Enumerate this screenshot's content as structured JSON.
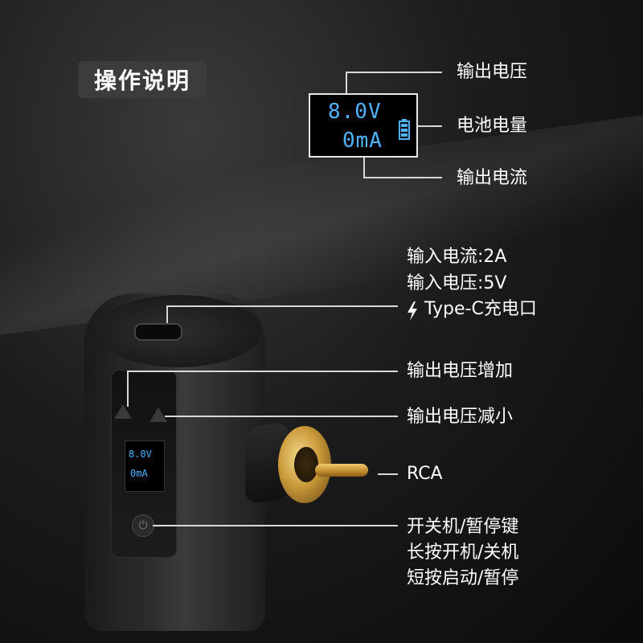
{
  "title": "操作说明",
  "display": {
    "voltage_reading": "8.0V",
    "current_reading": "0mA"
  },
  "display_callouts": {
    "output_voltage": "输出电压",
    "battery_level": "电池电量",
    "output_current": "输出电流"
  },
  "charging": {
    "input_current": "输入电流:2A",
    "input_voltage": "输入电压:5V",
    "port_label": "Type-C充电口",
    "port_icon": "lightning-icon"
  },
  "device_callouts": {
    "voltage_up": "输出电压增加",
    "voltage_down": "输出电压减小",
    "rca": "RCA",
    "power_key": "开关机/暂停键",
    "long_press": "长按开机/关机",
    "short_press": "短按启动/暂停"
  },
  "device_screen": {
    "voltage": "8.0V",
    "current": "0mA"
  },
  "colors": {
    "display_text": "#4fb3ff",
    "background": "#151515",
    "badge": "#3c3c3c",
    "gold": "#c99a3a"
  }
}
